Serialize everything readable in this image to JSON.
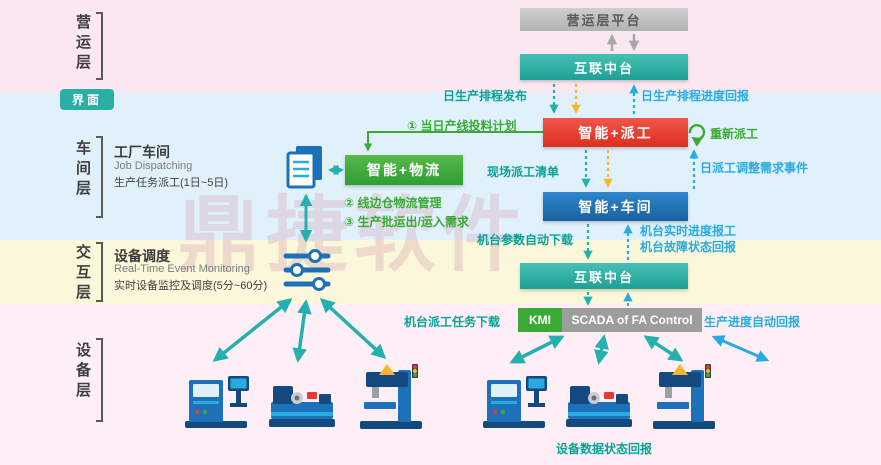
{
  "watermark": "鼎捷软件",
  "sidebar": {
    "operations": "营运层",
    "interface": "界面",
    "workshop": "车间层",
    "interaction": "交互层",
    "equipment": "设备层"
  },
  "boxes": {
    "platform": "营运层平台",
    "hub_top": "互联中台",
    "dispatch": "智能+派工",
    "logistics": "智能+物流",
    "workshop": "智能+车间",
    "hub_mid": "互联中台",
    "kmi": "KMI",
    "scada": "SCADA of FA Control"
  },
  "flows": {
    "schedule_publish": "日生产排程发布",
    "schedule_feedback": "日生产排程进度回报",
    "redispatch": "重新派工",
    "feed_plan": "① 当日产线投料计划",
    "onsite_dispatch_list": "现场派工清单",
    "dispatch_adjust_event": "日派工调整需求事件",
    "lineside_logistics": "② 线边仓物流管理",
    "batch_in_out": "③ 生产批运出/运入需求",
    "param_download": "机台参数自动下载",
    "realtime_progress": "机台实时进度报工",
    "fault_status": "机台故障状态回报",
    "task_download": "机台派工任务下载",
    "progress_auto_report": "生产进度自动回报",
    "device_status_report": "设备数据状态回报"
  },
  "panels": {
    "factory_title": "工厂车间",
    "factory_en": "Job Dispatching",
    "factory_desc": "生产任务派工(1日~5日)",
    "device_title": "设备调度",
    "device_en": "Real-Time Event Monitoring",
    "device_desc": "实时设备监控及调度(5分~60分)"
  },
  "colors": {
    "teal": "#2bafa5",
    "red": "#e63c2f",
    "green": "#3aaa35",
    "blue_box": "#1d71b8",
    "blue_text": "#29abe2",
    "yellow": "#f8b62d",
    "gray": "#9d9d9c"
  }
}
